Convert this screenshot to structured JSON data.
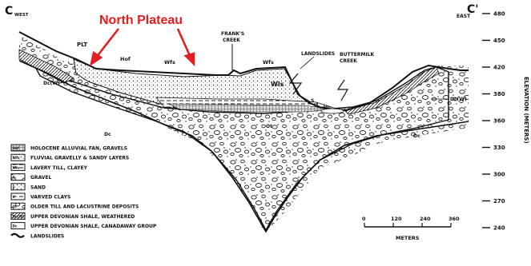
{
  "section": {
    "end_left_letter": "C",
    "end_left_dir": "WEST",
    "end_right_letter": "C'",
    "end_right_dir": "EAST"
  },
  "annotation": {
    "label": "North Plateau",
    "color": "#e02020"
  },
  "labels": {
    "plt": "PLT",
    "hof_left": "Hof",
    "wfs_1": "Wfs",
    "wfs_2": "Wfs",
    "wls": "Wls",
    "franks_creek": [
      "FRANK'S",
      "CREEK"
    ],
    "landslides": "LANDSLIDES",
    "buttermilk_creek": [
      "BUTTERMILK",
      "CREEK"
    ],
    "dc_w_left": "Dc(W)",
    "dc_w_right": "Dc(W)",
    "dc_left": "Dc",
    "dc_right": "Dc",
    "ot": "Ot",
    "s": "S",
    "l": "L",
    "v": "V"
  },
  "elevation_axis": {
    "title": "ELEVATION (METERS)",
    "ticks": [
      "480",
      "450",
      "420",
      "380",
      "360",
      "330",
      "300",
      "270",
      "240"
    ]
  },
  "legend": [
    {
      "code": "Hof",
      "text": "HOLOCENE ALLUVIAL FAN, GRAVELS"
    },
    {
      "code": "Wfs",
      "text": "FLUVIAL GRAVELLY & SANDY LAYERS"
    },
    {
      "code": "Wls",
      "text": "LAVERY TILL, CLAYEY"
    },
    {
      "code": "G",
      "text": "GRAVEL"
    },
    {
      "code": "S",
      "text": "SAND"
    },
    {
      "code": "V",
      "text": "VARVED CLAYS"
    },
    {
      "code": "Ot",
      "text": "OLDER TILL AND LACUSTRINE DEPOSITS"
    },
    {
      "code": "Dc(W)",
      "text": "UPPER DEVONIAN SHALE, WEATHERED"
    },
    {
      "code": "Dc",
      "text": "UPPER DEVONIAN SHALE, CANADAWAY GROUP"
    },
    {
      "code": "",
      "text": "LANDSLIDES"
    }
  ],
  "scale": {
    "ticks": [
      "0",
      "120",
      "240",
      "360"
    ],
    "unit": "METERS"
  }
}
